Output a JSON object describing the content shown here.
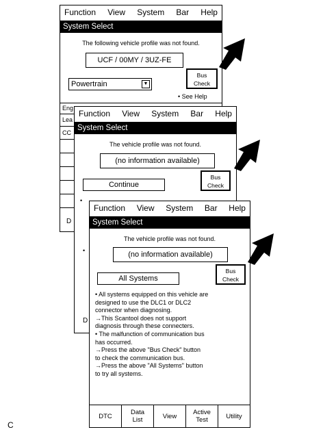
{
  "screen1": {
    "menu": [
      "Function",
      "View",
      "System",
      "Bar",
      "Help"
    ],
    "title": "System Select",
    "message": "The following vehicle profile was not found.",
    "profile": "UCF / 00MY / 3UZ-FE",
    "bus_check": "Bus\nCheck",
    "dropdown_value": "Powertrain",
    "see_help": "See Help",
    "list_stubs": [
      "Eng",
      "Lea",
      "CC",
      "D"
    ]
  },
  "screen2": {
    "menu": [
      "Function",
      "View",
      "System",
      "Bar",
      "Help"
    ],
    "title": "System Select",
    "message": "The vehicle profile was not found.",
    "profile": "(no information available)",
    "bus_check": "Bus\nCheck",
    "continue": "Continue",
    "stubs": [
      "D"
    ]
  },
  "screen3": {
    "menu": [
      "Function",
      "View",
      "System",
      "Bar",
      "Help"
    ],
    "title": "System Select",
    "message": "The vehicle profile was not found.",
    "profile": "(no information available)",
    "bus_check": "Bus\nCheck",
    "all_systems": "All Systems",
    "notes": [
      "• All systems equipped on this vehicle are",
      "   designed to use the DLC1 or DLC2",
      "   connector when diagnosing.",
      "   →This Scantool does not support",
      "      diagnosis through these connecters.",
      "• The malfunction of communication bus",
      "   has occurred.",
      "   →Press the above \"Bus Check\" button",
      "      to check the communication bus.",
      "   →Press the above \"All Systems\" button",
      "      to try all systems."
    ],
    "tabs": [
      "DTC",
      "Data\nList",
      "View",
      "Active\nTest",
      "Utility"
    ]
  },
  "caption": "C"
}
